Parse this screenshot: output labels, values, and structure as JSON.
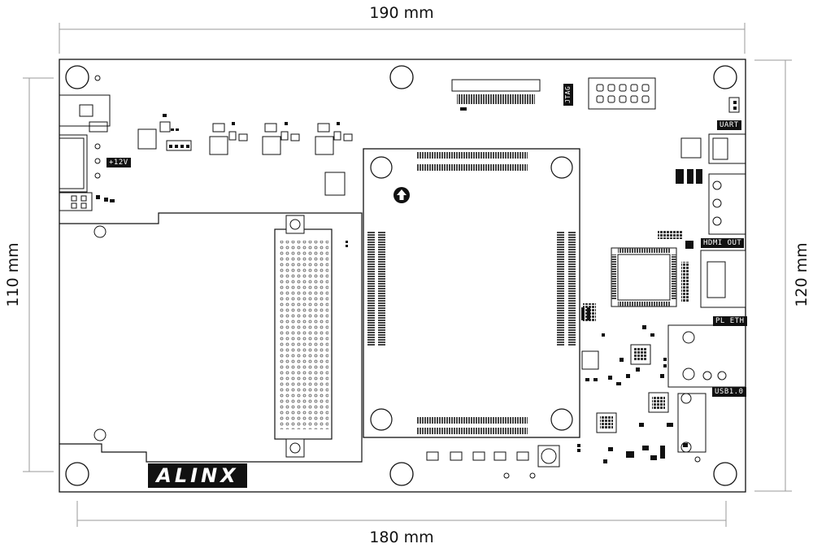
{
  "dimensions": {
    "top": "190 mm",
    "bottom": "180 mm",
    "left": "110 mm",
    "right": "120 mm"
  },
  "labels": {
    "power": "+12V",
    "jtag": "JTAG",
    "uart": "UART",
    "hdmi_out": "HDMI OUT",
    "pl_eth": "PL ETH",
    "usb": "USB1.0"
  },
  "logo": "ALINX",
  "colors": {
    "board_line": "#111111",
    "dim_line": "#9a9a9a",
    "label_bg": "#111111"
  }
}
